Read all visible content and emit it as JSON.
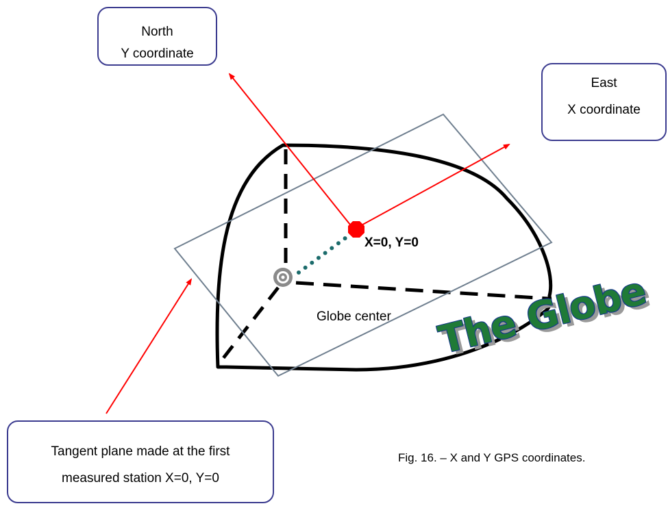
{
  "labels": {
    "north": {
      "line1": "North",
      "line2": "Y coordinate"
    },
    "east": {
      "line1": "East",
      "line2": "X coordinate"
    },
    "tangent_plane": {
      "line1": "Tangent plane made at the first",
      "line2": "measured station X=0, Y=0"
    },
    "origin": "X=0, Y=0",
    "globe_center": "Globe center",
    "globe_title": "The Globe"
  },
  "caption": "Fig. 16. – X and Y GPS coordinates.",
  "colors": {
    "arrow": "#ff0000",
    "plane_edge": "#6f7f8f",
    "globe_outline": "#000000",
    "dotted_radius": "#1b6b6b",
    "origin_marker": "#ff0000",
    "box_border": "#3b3b8f",
    "title_fill": "#1f7a37"
  }
}
